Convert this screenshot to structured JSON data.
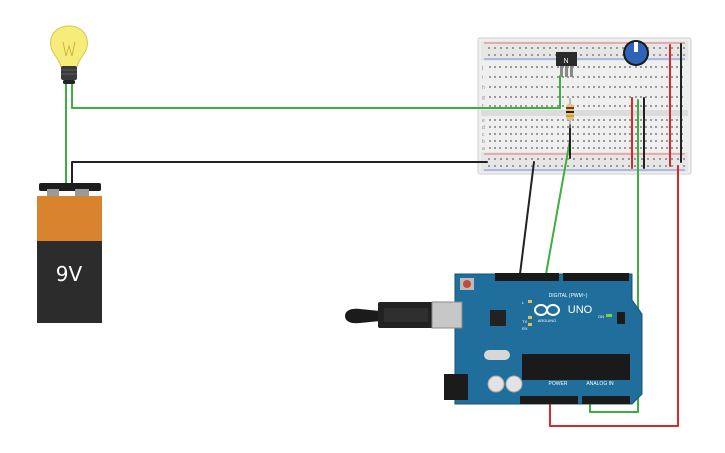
{
  "battery": {
    "voltage_label": "9V"
  },
  "transistor": {
    "label": "N"
  },
  "arduino": {
    "brand_text": "ARDUINO",
    "model_text": "UNO",
    "digital_header_label": "DIGITAL (PWM~)",
    "power_header_label": "POWER",
    "analog_header_label": "ANALOG IN",
    "on_led_label": "ON",
    "tx_label": "TX",
    "rx_label": "RX",
    "l_label": "L"
  },
  "breadboard": {
    "row_letters_top": [
      "j",
      "i",
      "h",
      "g",
      "f"
    ],
    "row_letters_bottom": [
      "e",
      "d",
      "c",
      "b",
      "a"
    ]
  },
  "colors": {
    "wire_green": "#3fae3f",
    "wire_black": "#222222",
    "wire_red": "#d42a2a",
    "arduino_blue": "#1f6e9c",
    "battery_orange": "#d9832f",
    "bulb_yellow": "#f6ec7a",
    "pot_blue": "#2e63b8"
  },
  "components": [
    "light-bulb",
    "9v-battery",
    "breadboard",
    "npn-transistor",
    "resistor",
    "potentiometer",
    "arduino-uno"
  ]
}
